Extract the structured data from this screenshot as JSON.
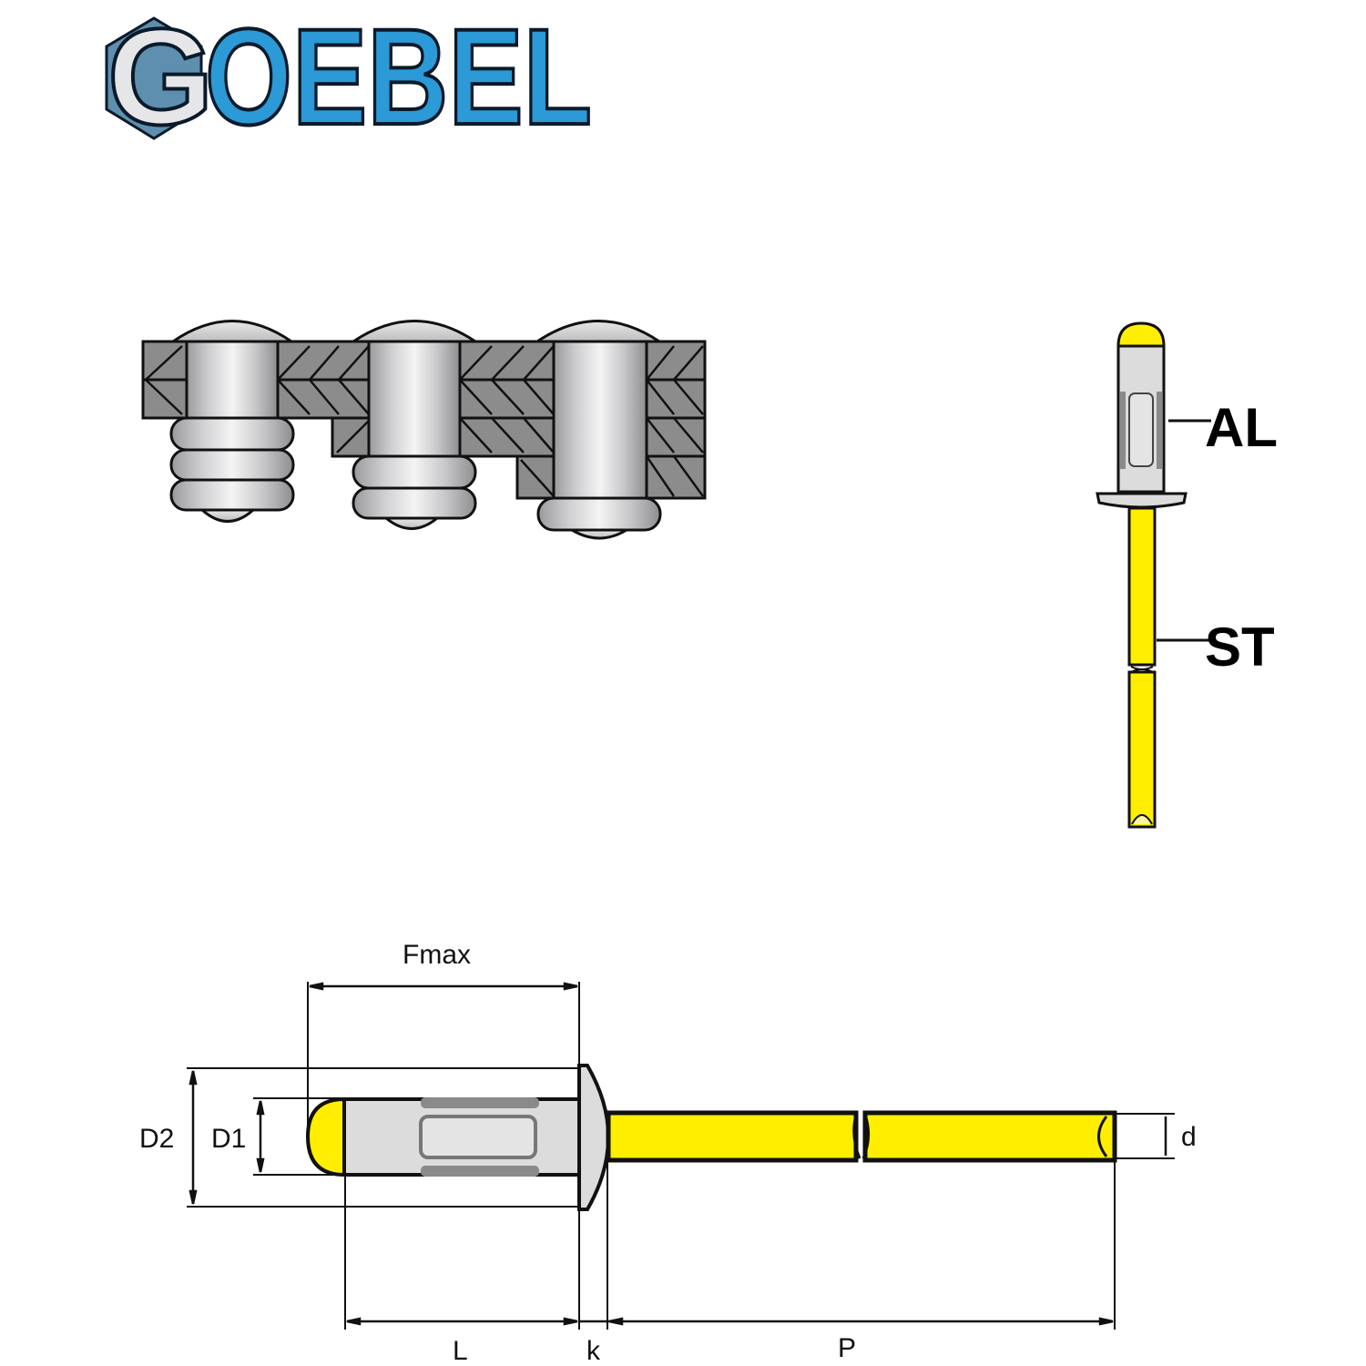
{
  "logo": {
    "text": "GOEBEL",
    "letters": [
      "G",
      "O",
      "E",
      "B",
      "E",
      "L"
    ],
    "colors": {
      "primary": "#2b9ad6",
      "outline": "#0a1a2a",
      "hex_nut": "#5f8fae",
      "g_silver": "#e6e6e8"
    }
  },
  "installation_view": {
    "description": "Three installed multi-grip rivets in increasing material thickness",
    "rivets": [
      {
        "id": "rivet-1",
        "layers": 2
      },
      {
        "id": "rivet-2",
        "layers": 3
      },
      {
        "id": "rivet-3",
        "layers": 4
      }
    ],
    "colors": {
      "plate": "#8c8c8c",
      "rivet": "#d4d4d6"
    }
  },
  "material_callouts": {
    "body": "AL",
    "mandrel": "ST"
  },
  "dimensions": {
    "grip_range": "Fmax",
    "head_diameter": "D2",
    "body_diameter": "D1",
    "mandrel_diameter": "d",
    "body_length": "L",
    "head_height": "k",
    "mandrel_protrusion": "P"
  },
  "colors": {
    "mandrel_yellow": "#ffee00",
    "body_grey": "#dcdcdc",
    "groove_grey": "#8a8a8a",
    "line": "#000000"
  }
}
